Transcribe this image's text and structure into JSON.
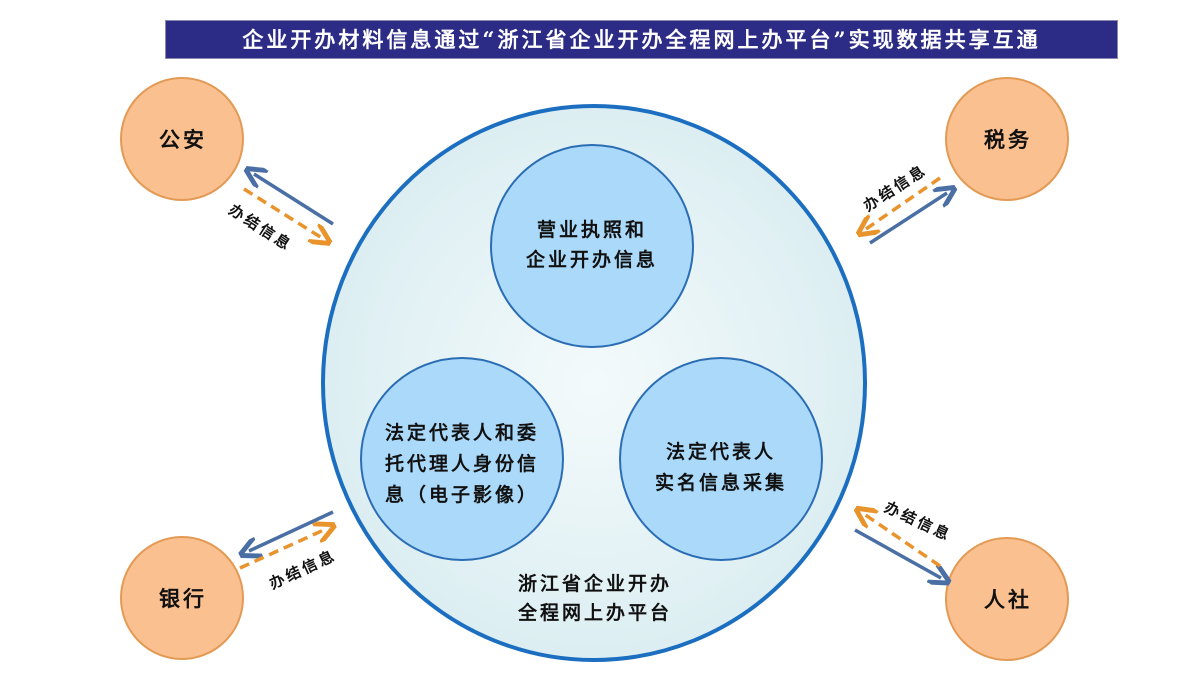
{
  "title": "企业开办材料信息通过“浙江省企业开办全程网上办平台”实现数据共享互通",
  "platform": {
    "line1": "浙江省企业开办",
    "line2": "全程网上办平台"
  },
  "inner": [
    {
      "line1": "营业执照和",
      "line2": "企业开办信息"
    },
    {
      "line1": "法定代表人和委",
      "line2": "托代理人身份信",
      "line3": "息（电子影像）"
    },
    {
      "line1": "法定代表人",
      "line2": "实名信息采集"
    }
  ],
  "agencies": [
    {
      "label": "公安",
      "arrow_label": "办结信息"
    },
    {
      "label": "税务",
      "arrow_label": "办结信息"
    },
    {
      "label": "银行",
      "arrow_label": "办结信息"
    },
    {
      "label": "人社",
      "arrow_label": "办结信息"
    }
  ],
  "colors": {
    "title_bg": "#2c2b85",
    "agency_fill": "#fac090",
    "inner_fill": "#abd9f9",
    "outer_stroke": "#1c6fc0",
    "blue_arrow": "#4a6fa5",
    "orange_arrow": "#e8932c"
  }
}
